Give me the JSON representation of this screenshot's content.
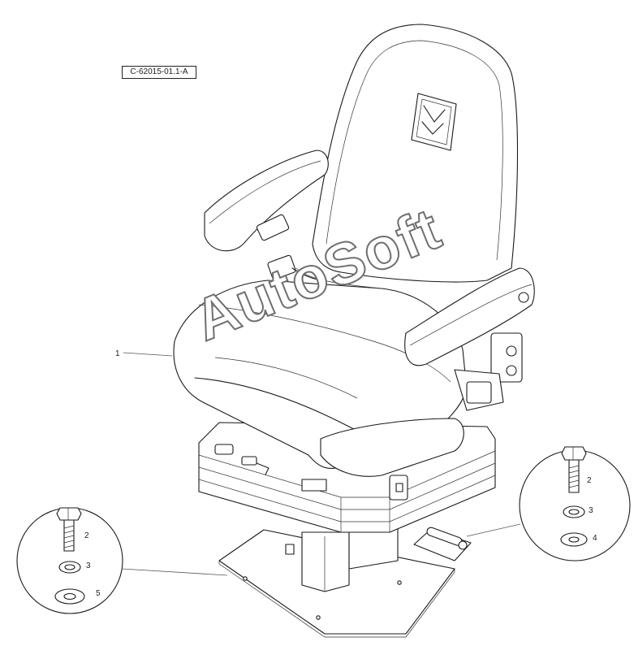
{
  "reference_code": "C-62015-01.1-A",
  "watermark": "AutoSoft",
  "callouts": {
    "seat": "1",
    "left_bolt": "2",
    "left_lock_washer": "3",
    "left_flat_washer": "5",
    "right_bolt": "2",
    "right_lock_washer": "3",
    "right_flat_washer": "4"
  },
  "colors": {
    "line": "#1a1a1a",
    "watermark_outline": "#6f6f6f"
  }
}
